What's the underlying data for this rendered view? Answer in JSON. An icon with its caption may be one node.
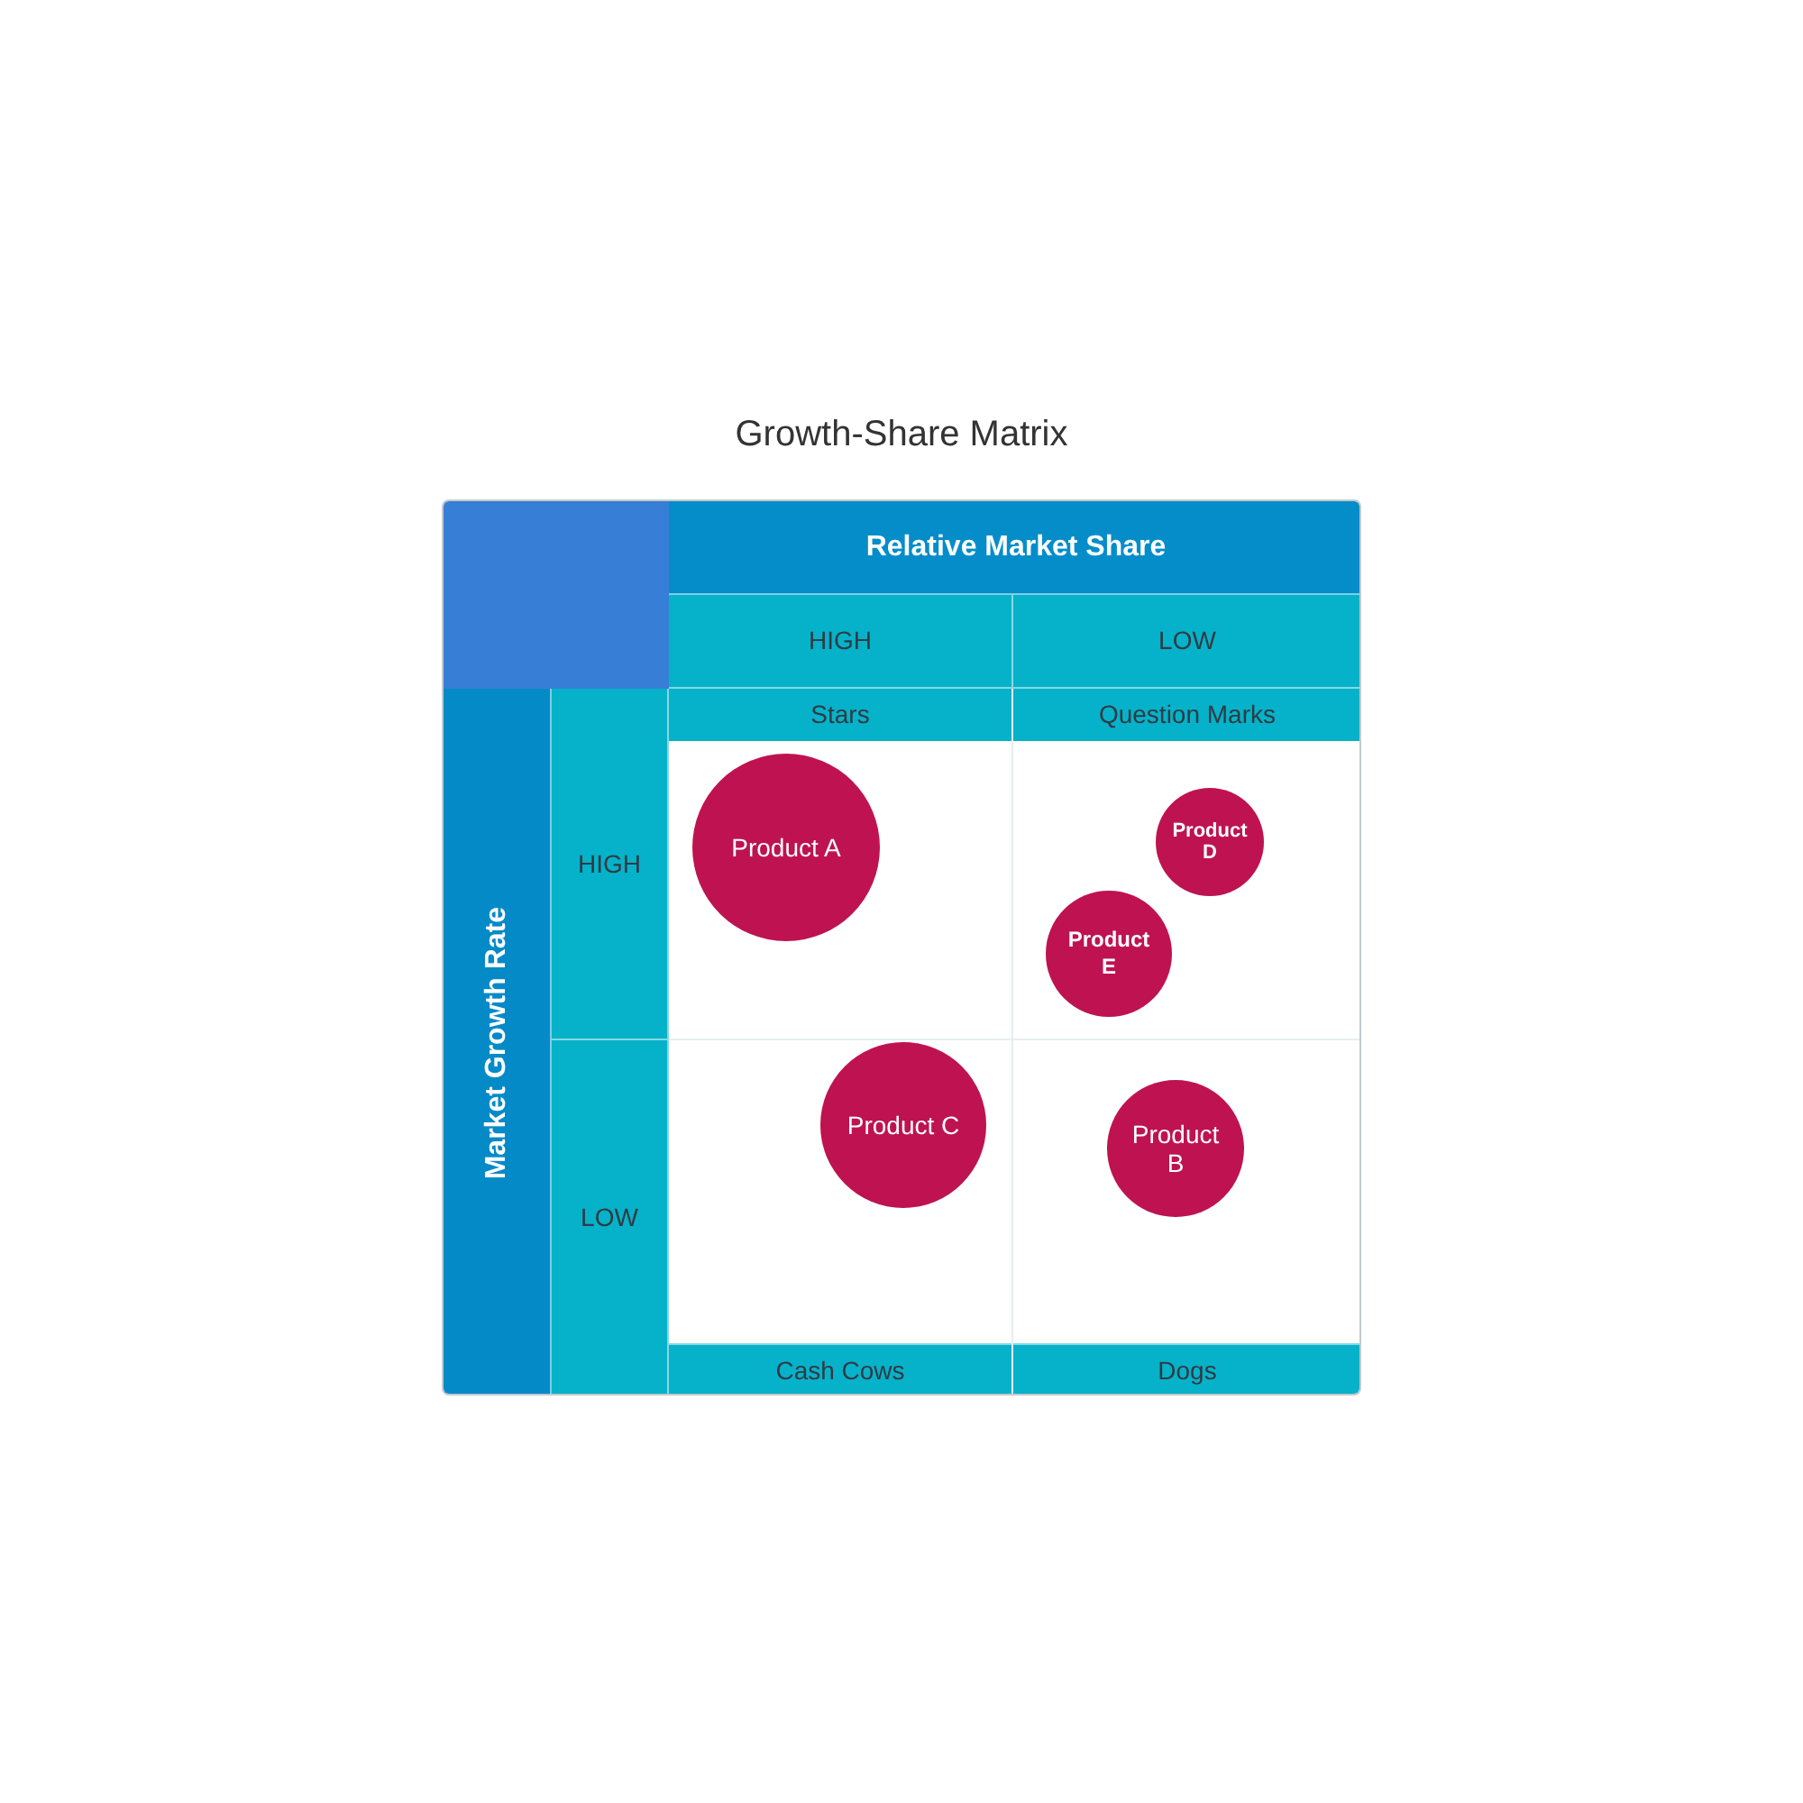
{
  "diagram": {
    "title": "Growth-Share Matrix",
    "nodes": [
      {
        "text": [],
        "shape": "box"
      },
      {
        "text": [
          "Relative Market Share"
        ]
      },
      {
        "text": [
          "HIGH"
        ]
      },
      {
        "text": [
          "LOW"
        ]
      },
      {
        "text": [
          "Market Growth Rate"
        ]
      },
      {
        "text": [
          "HIGH"
        ]
      },
      {
        "text": [
          "LOW"
        ]
      },
      {
        "text": [
          "Stars"
        ]
      },
      {
        "text": [
          "Product A"
        ],
        "in": 7
      },
      {
        "text": [
          "Question Marks"
        ]
      },
      {
        "text": [
          "Product D"
        ],
        "in": 9
      },
      {
        "text": [
          "Product E"
        ],
        "in": 9
      },
      {
        "text": [
          "Cash Cows"
        ]
      },
      {
        "text": [
          "Product C"
        ],
        "in": 12
      },
      {
        "text": [
          "Dogs"
        ]
      },
      {
        "text": [
          "Product B"
        ],
        "in": 14
      }
    ]
  }
}
